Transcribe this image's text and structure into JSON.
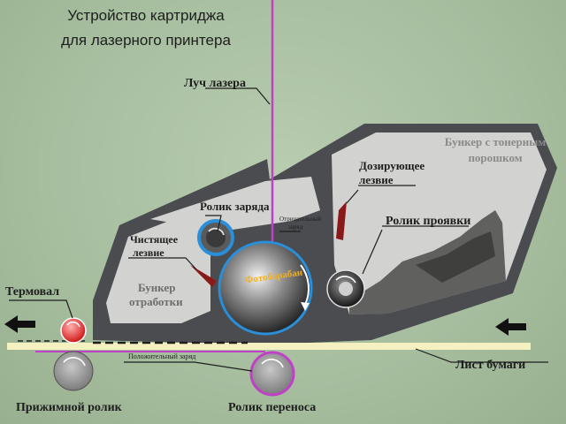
{
  "title": {
    "line1": "Устройство картриджа",
    "line2": "для лазерного принтера"
  },
  "labels": {
    "laser_beam": "Луч лазера",
    "toner_hopper_line1": "Бункер с тонерным",
    "toner_hopper_line2": "порошком",
    "doctor_blade_line1": "Дозирующее",
    "doctor_blade_line2": "лезвие",
    "charge_roller": "Ролик заряда",
    "negative_charge_line1": "Отрицательный",
    "negative_charge_line2": "заряд",
    "developer_roller": "Ролик проявки",
    "cleaning_blade_line1": "Чистящее",
    "cleaning_blade_line2": "лезвие",
    "waste_hopper_line1": "Бункер",
    "waste_hopper_line2": "отработки",
    "drum": "Фотобарабан",
    "fuser": "Термовал",
    "positive_charge": "Положительный заряд",
    "paper_sheet": "Лист бумаги",
    "pressure_roller": "Прижимной ролик",
    "transfer_roller": "Ролик переноса"
  },
  "colors": {
    "background": "#a8bfa0",
    "housing": "#4a4c50",
    "chamber": "#d2d2d0",
    "laser": "#c040c8",
    "paper": "#f4f0c0",
    "charge_ring": "#2a8ed8",
    "fuser": "#e02020",
    "transfer_ring": "#c040c8",
    "drum_label": "#f0b020"
  },
  "icons": [
    "arrow-left-icon",
    "arrow-left-icon"
  ]
}
